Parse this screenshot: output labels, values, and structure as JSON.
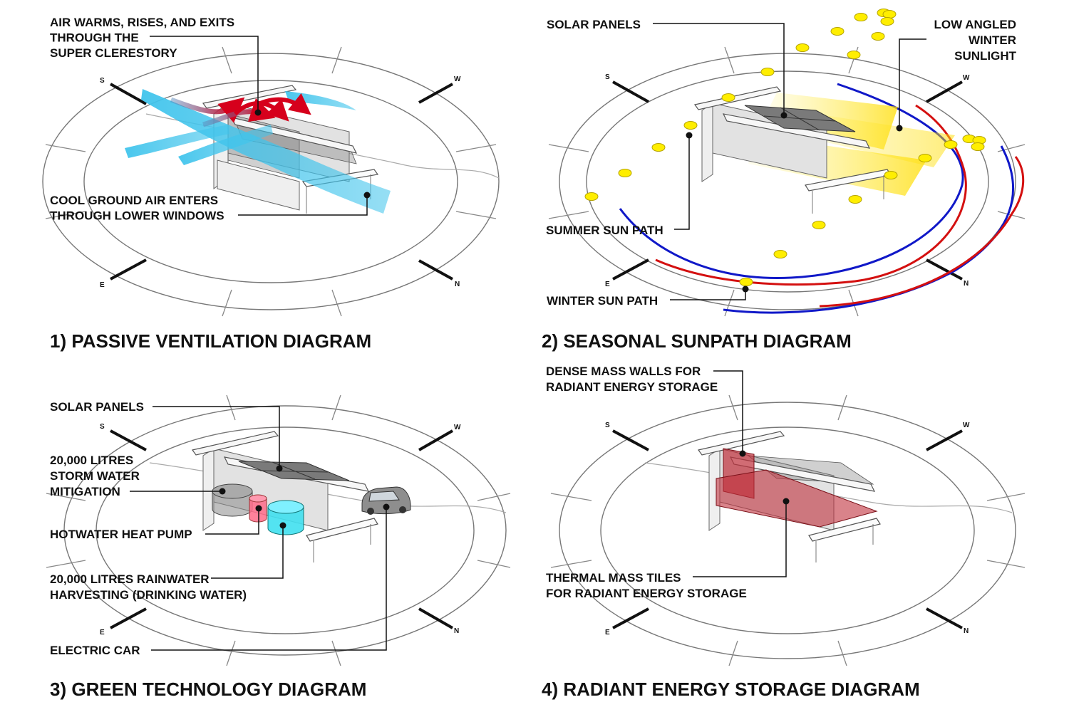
{
  "panels": [
    {
      "title": "1) PASSIVE VENTILATION DIAGRAM",
      "compass": {
        "s": "S",
        "w": "W",
        "e": "E",
        "n": "N"
      },
      "labels": [
        {
          "lines": [
            "AIR WARMS, RISES, AND EXITS",
            "THROUGH THE",
            "SUPER CLERESTORY"
          ]
        },
        {
          "lines": [
            "COOL GROUND AIR ENTERS",
            "THROUGH LOWER WINDOWS"
          ]
        }
      ]
    },
    {
      "title": "2) SEASONAL SUNPATH DIAGRAM",
      "compass": {
        "s": "S",
        "w": "W",
        "e": "E",
        "n": "N"
      },
      "labels": [
        {
          "lines": [
            "SOLAR PANELS"
          ]
        },
        {
          "lines": [
            "LOW ANGLED",
            "WINTER",
            "SUNLIGHT"
          ]
        },
        {
          "lines": [
            "SUMMER SUN PATH"
          ]
        },
        {
          "lines": [
            "WINTER SUN PATH"
          ]
        }
      ]
    },
    {
      "title": "3) GREEN TECHNOLOGY DIAGRAM",
      "compass": {
        "s": "S",
        "w": "W",
        "e": "E",
        "n": "N"
      },
      "labels": [
        {
          "lines": [
            "SOLAR PANELS"
          ]
        },
        {
          "lines": [
            "20,000 LITRES",
            "STORM WATER",
            "MITIGATION"
          ]
        },
        {
          "lines": [
            "HOTWATER HEAT PUMP"
          ]
        },
        {
          "lines": [
            "20,000 LITRES RAINWATER",
            "HARVESTING (DRINKING WATER)"
          ]
        },
        {
          "lines": [
            "ELECTRIC CAR"
          ]
        }
      ]
    },
    {
      "title": "4) RADIANT ENERGY STORAGE DIAGRAM",
      "compass": {
        "s": "S",
        "w": "W",
        "e": "E",
        "n": "N"
      },
      "labels": [
        {
          "lines": [
            "DENSE MASS WALLS FOR",
            "RADIANT ENERGY STORAGE"
          ]
        },
        {
          "lines": [
            "THERMAL MASS TILES",
            "FOR RADIANT ENERGY STORAGE"
          ]
        }
      ]
    }
  ],
  "colors": {
    "warm_air": "#d6001c",
    "cool_air": "#40c4ec",
    "summer_path": "#1018c8",
    "winter_path": "#d41010",
    "sun": "#ffee00",
    "thermal_mass": "#c0303c",
    "hot_water_tank": "#ff6b8a",
    "rain_tank": "#40e0f0"
  }
}
